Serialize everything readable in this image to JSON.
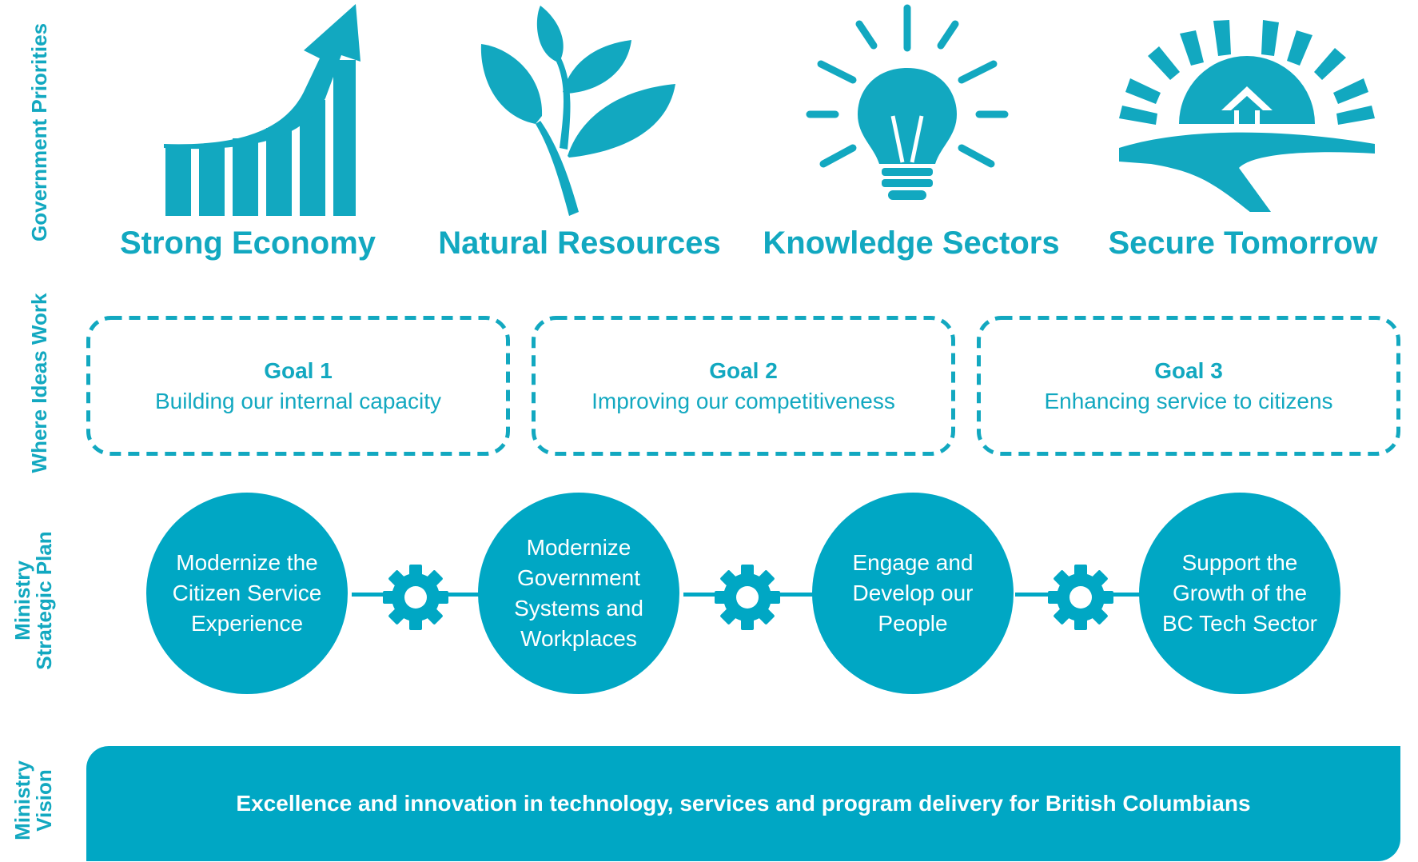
{
  "row_labels": {
    "priorities": "Government Priorities",
    "ideas": "Where Ideas Work",
    "strategic_line1": "Ministry",
    "strategic_line2": "Strategic Plan",
    "vision_line1": "Ministry",
    "vision_line2": "Vision"
  },
  "priorities": [
    {
      "label": "Strong Economy",
      "icon": "growth-chart-icon"
    },
    {
      "label": "Natural Resources",
      "icon": "plant-icon"
    },
    {
      "label": "Knowledge Sectors",
      "icon": "lightbulb-icon"
    },
    {
      "label": "Secure Tomorrow",
      "icon": "sunrise-icon"
    }
  ],
  "goals": [
    {
      "title": "Goal 1",
      "text": "Building our internal capacity"
    },
    {
      "title": "Goal 2",
      "text": "Improving our competitiveness"
    },
    {
      "title": "Goal 3",
      "text": "Enhancing service to citizens"
    }
  ],
  "strategic": [
    "Modernize the Citizen Service Experience",
    "Modernize Government Systems and Workplaces",
    "Engage and Develop our People",
    "Support the Growth of the BC Tech Sector"
  ],
  "vision": "Excellence and innovation in technology, services and program delivery for British Columbians",
  "colors": {
    "accent": "#12a8c0",
    "fill": "#00a7c4"
  }
}
